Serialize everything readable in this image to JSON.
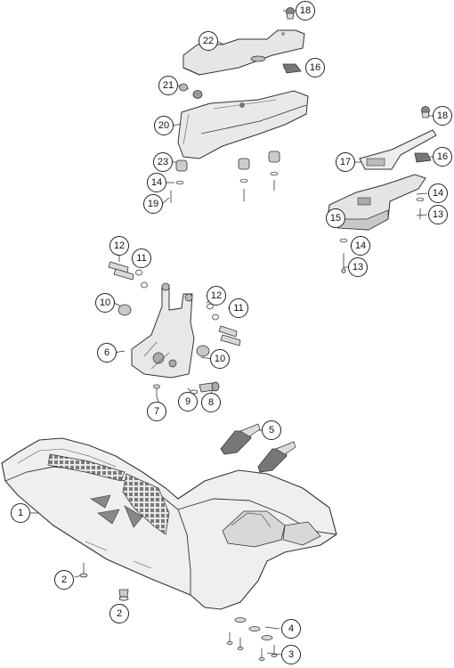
{
  "diagram": {
    "callouts": [
      {
        "id": "c18a",
        "label": "18"
      },
      {
        "id": "c22",
        "label": "22"
      },
      {
        "id": "c16a",
        "label": "16"
      },
      {
        "id": "c21",
        "label": "21"
      },
      {
        "id": "c20",
        "label": "20"
      },
      {
        "id": "c18b",
        "label": "18"
      },
      {
        "id": "c17",
        "label": "17"
      },
      {
        "id": "c16b",
        "label": "16"
      },
      {
        "id": "c23",
        "label": "23"
      },
      {
        "id": "c14a",
        "label": "14"
      },
      {
        "id": "c19",
        "label": "19"
      },
      {
        "id": "c14b",
        "label": "14"
      },
      {
        "id": "c15",
        "label": "15"
      },
      {
        "id": "c13a",
        "label": "13"
      },
      {
        "id": "c14c",
        "label": "14"
      },
      {
        "id": "c13b",
        "label": "13"
      },
      {
        "id": "c12a",
        "label": "12"
      },
      {
        "id": "c11a",
        "label": "11"
      },
      {
        "id": "c10a",
        "label": "10"
      },
      {
        "id": "c12b",
        "label": "12"
      },
      {
        "id": "c11b",
        "label": "11"
      },
      {
        "id": "c6",
        "label": "6"
      },
      {
        "id": "c10b",
        "label": "10"
      },
      {
        "id": "c7",
        "label": "7"
      },
      {
        "id": "c9",
        "label": "9"
      },
      {
        "id": "c8",
        "label": "8"
      },
      {
        "id": "c5",
        "label": "5"
      },
      {
        "id": "c1",
        "label": "1"
      },
      {
        "id": "c2a",
        "label": "2"
      },
      {
        "id": "c2b",
        "label": "2"
      },
      {
        "id": "c4",
        "label": "4"
      },
      {
        "id": "c3",
        "label": "3"
      }
    ]
  }
}
